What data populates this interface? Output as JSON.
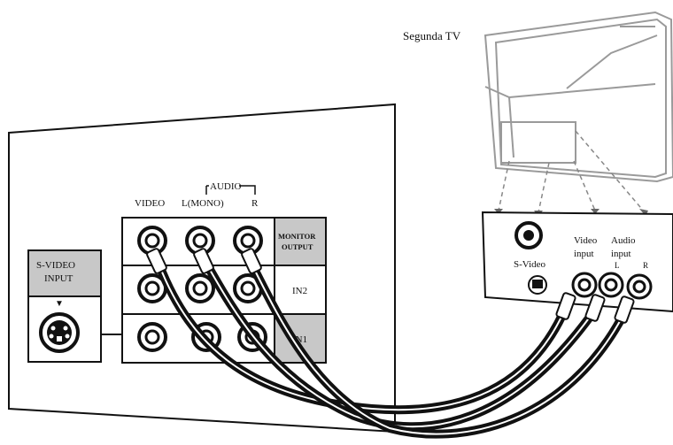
{
  "tv": {
    "label": "Segunda TV"
  },
  "panel": {
    "audio_label": "AUDIO",
    "video_label": "VIDEO",
    "left_mono_label": "L(MONO)",
    "right_label": "R",
    "rows": [
      {
        "label": "MONITOR",
        "label2": "OUTPUT",
        "highlight": true
      },
      {
        "label": "IN2",
        "highlight": false
      },
      {
        "label": "IN1",
        "highlight": false
      }
    ],
    "svideo_input": {
      "line1": "S-VIDEO",
      "line2": "INPUT",
      "arrow": "▼"
    }
  },
  "second_tv_panel": {
    "svideo_label": "S-Video",
    "video_input_line1": "Video",
    "video_input_line2": "input",
    "audio_input_line1": "Audio",
    "audio_input_line2": "input",
    "left": "L",
    "right": "R"
  },
  "colors": {
    "highlight_gray": "#c8c8c8",
    "cable": "#111111",
    "tv_outline": "#999999"
  }
}
